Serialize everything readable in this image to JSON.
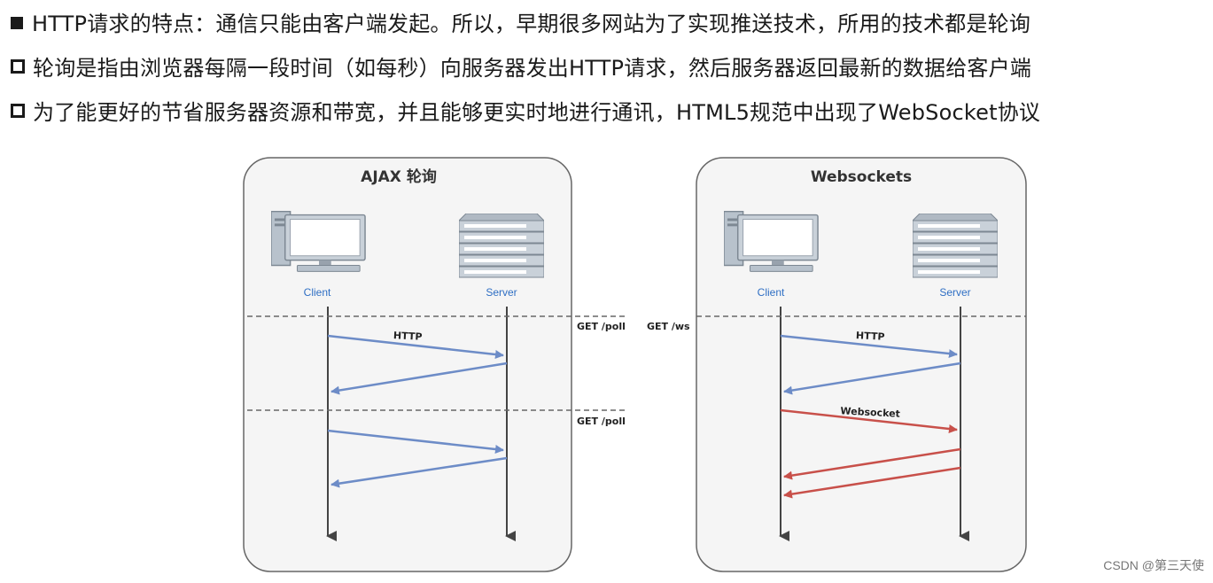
{
  "bullets": [
    {
      "style": "filled",
      "text": "HTTP请求的特点：通信只能由客户端发起。所以，早期很多网站为了实现推送技术，所用的技术都是轮询"
    },
    {
      "style": "hollow",
      "text": "轮询是指由浏览器每隔一段时间（如每秒）向服务器发出HTTP请求，然后服务器返回最新的数据给客户端"
    },
    {
      "style": "hollow",
      "text": "为了能更好的节省服务器资源和带宽，并且能够更实时地进行通讯，HTML5规范中出现了WebSocket协议"
    }
  ],
  "diagram": {
    "left_panel": {
      "title": "AJAX 轮询",
      "client_label": "Client",
      "server_label": "Server",
      "poll_labels": [
        "GET /poll",
        "GET /poll"
      ],
      "http_label": "HTTP"
    },
    "right_panel": {
      "title": "Websockets",
      "client_label": "Client",
      "server_label": "Server",
      "ws_label": "GET /ws",
      "http_label": "HTTP",
      "websocket_label": "Websocket"
    },
    "colors": {
      "http_arrow": "#6d8cc7",
      "ws_arrow": "#c8504a",
      "lifeline": "#444444",
      "panel_border": "#666666",
      "panel_fill": "#f5f5f5"
    }
  },
  "watermark": "CSDN @第三天使"
}
